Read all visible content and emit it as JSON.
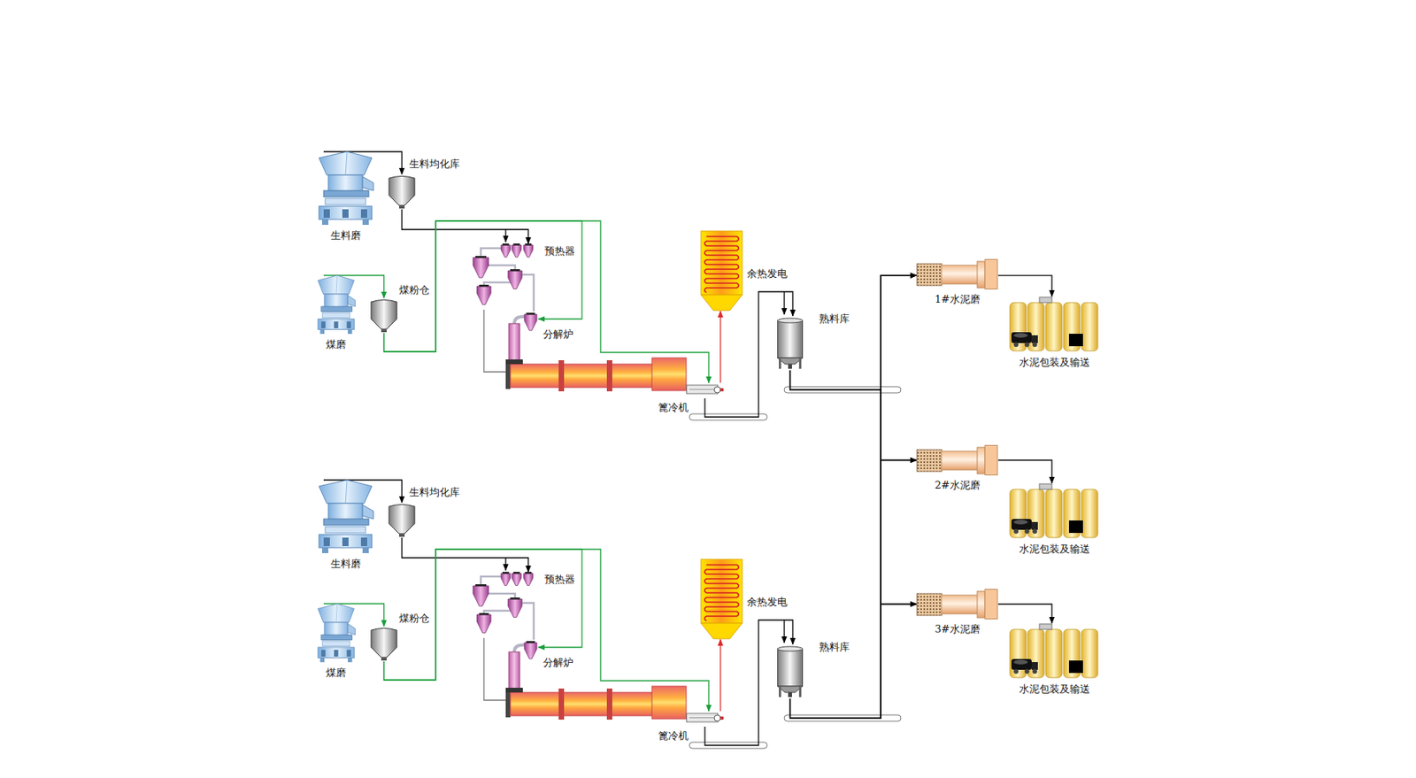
{
  "diagram": {
    "nodes": [
      {
        "text": [
          "生料磨"
        ]
      },
      {
        "text": [
          "生料均化库"
        ]
      },
      {
        "text": [
          "预热器"
        ]
      },
      {
        "text": [
          "余热发电"
        ]
      },
      {
        "text": [
          "煤磨"
        ]
      },
      {
        "text": [
          "煤粉仓"
        ]
      },
      {
        "text": [
          "分解炉"
        ]
      },
      {
        "text": [
          "熟料库"
        ]
      },
      {
        "text": [
          "篦冷机"
        ]
      },
      {
        "text": [
          "生料磨"
        ]
      },
      {
        "text": [
          "生料均化库"
        ]
      },
      {
        "text": [
          "预热器"
        ]
      },
      {
        "text": [
          "余热发电"
        ]
      },
      {
        "text": [
          "煤磨"
        ]
      },
      {
        "text": [
          "煤粉仓"
        ]
      },
      {
        "text": [
          "分解炉"
        ]
      },
      {
        "text": [
          "熟料库"
        ]
      },
      {
        "text": [
          "篦冷机"
        ]
      },
      {
        "text": [
          "1#水泥磨"
        ]
      },
      {
        "text": [
          "水泥包装及输送"
        ]
      },
      {
        "text": [
          "2#水泥磨"
        ]
      },
      {
        "text": [
          "水泥包装及输送"
        ]
      },
      {
        "text": [
          "3#水泥磨"
        ]
      },
      {
        "text": [
          "水泥包装及输送"
        ]
      }
    ],
    "edges": [
      {
        "from": 0,
        "to": 1,
        "arrow": "to"
      },
      {
        "from": 1,
        "to": 2,
        "arrow": "to"
      },
      {
        "from": 4,
        "to": 5,
        "arrow": "to"
      },
      {
        "from": 5,
        "to": 6,
        "arrow": "to"
      },
      {
        "from": 5,
        "to": 8,
        "arrow": "to"
      },
      {
        "from": 8,
        "to": 3,
        "arrow": "to"
      },
      {
        "from": 8,
        "to": 7,
        "arrow": "to"
      },
      {
        "from": 7,
        "to": 18,
        "arrow": "to"
      },
      {
        "from": 7,
        "to": 20,
        "arrow": "to"
      },
      {
        "from": 7,
        "to": 22,
        "arrow": "to"
      },
      {
        "from": 9,
        "to": 10,
        "arrow": "to"
      },
      {
        "from": 10,
        "to": 11,
        "arrow": "to"
      },
      {
        "from": 13,
        "to": 14,
        "arrow": "to"
      },
      {
        "from": 14,
        "to": 15,
        "arrow": "to"
      },
      {
        "from": 14,
        "to": 17,
        "arrow": "to"
      },
      {
        "from": 17,
        "to": 12,
        "arrow": "to"
      },
      {
        "from": 17,
        "to": 16,
        "arrow": "to"
      },
      {
        "from": 16,
        "to": 18,
        "arrow": "to"
      },
      {
        "from": 16,
        "to": 20,
        "arrow": "to"
      },
      {
        "from": 16,
        "to": 22,
        "arrow": "to"
      },
      {
        "from": 18,
        "to": 19,
        "arrow": "to"
      },
      {
        "from": 20,
        "to": 21,
        "arrow": "to"
      },
      {
        "from": 22,
        "to": 23,
        "arrow": "to"
      }
    ]
  }
}
